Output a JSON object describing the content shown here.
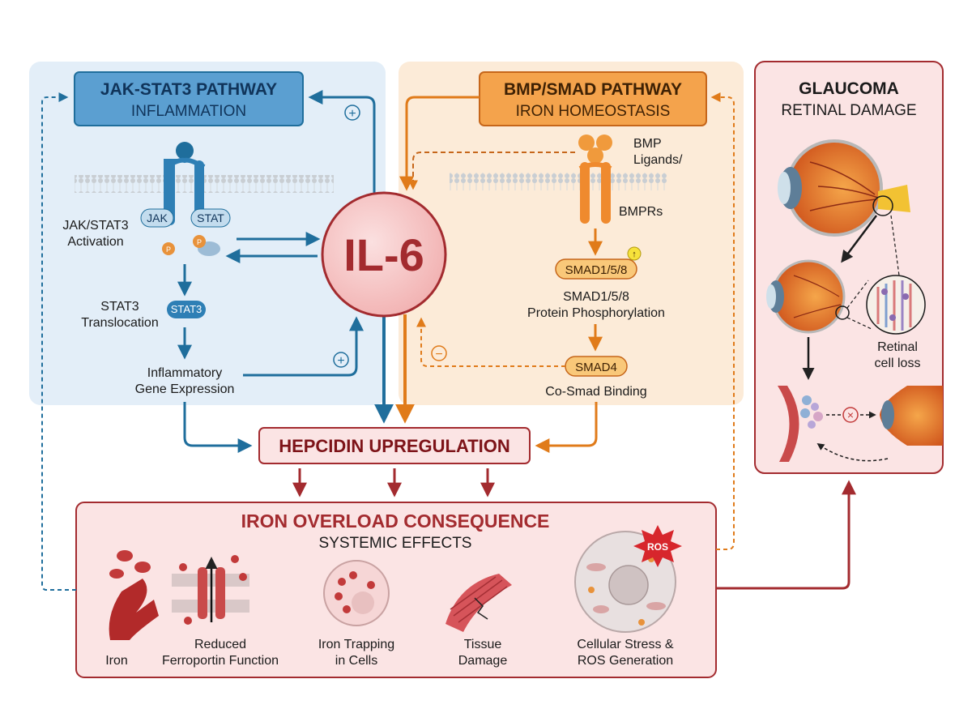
{
  "jak": {
    "title": "JAK-STAT3 PATHWAY",
    "subtitle": "INFLAMMATION",
    "activation_label": [
      "JAK/STAT3",
      "Activation"
    ],
    "jak_badge": "JAK",
    "stat_badge": "STAT",
    "phospho_label": "P",
    "translocation_label": [
      "STAT3",
      "Translocation"
    ],
    "stat3_badge": "STAT3",
    "gene_label": [
      "Inflammatory",
      "Gene Expression"
    ],
    "plus_sign": "+"
  },
  "il6": {
    "label": "IL-6"
  },
  "bmp": {
    "title": "BMP/SMAD PATHWAY",
    "subtitle": "IRON HOMEOSTASIS",
    "ligand_label": [
      "BMP",
      "Ligands/"
    ],
    "receptor_label": "BMPRs",
    "smad158_badge": "SMAD1/5/8",
    "up_arrow": "↑",
    "phosphorylation_label": [
      "SMAD1/5/8",
      "Protein Phosphorylation"
    ],
    "smad4_badge": "SMAD4",
    "cosmad_label": "Co-Smad Binding",
    "minus_sign": "−"
  },
  "glaucoma": {
    "title": "GLAUCOMA",
    "subtitle": "RETINAL DAMAGE",
    "cell_loss_label": [
      "Retinal",
      "cell loss"
    ],
    "block_sign": "×"
  },
  "hepcidin": {
    "label": "HEPCIDIN UPREGULATION"
  },
  "iron": {
    "title": "IRON OVERLOAD CONSEQUENCE",
    "subtitle": "SYSTEMIC EFFECTS",
    "ros_label": "ROS",
    "items": [
      {
        "label": [
          "Iron"
        ]
      },
      {
        "label": [
          "Reduced",
          "Ferroportin Function"
        ]
      },
      {
        "label": [
          "Iron Trapping",
          "in Cells"
        ]
      },
      {
        "label": [
          "Tissue",
          "Damage"
        ]
      },
      {
        "label": [
          "Cellular Stress &",
          "ROS Generation"
        ]
      }
    ]
  },
  "colors": {
    "jak_blue": "#1f6e9c",
    "bmp_orange": "#e07b1a",
    "iron_red": "#a32b2f",
    "il6_fill": "#f6c6c6"
  }
}
